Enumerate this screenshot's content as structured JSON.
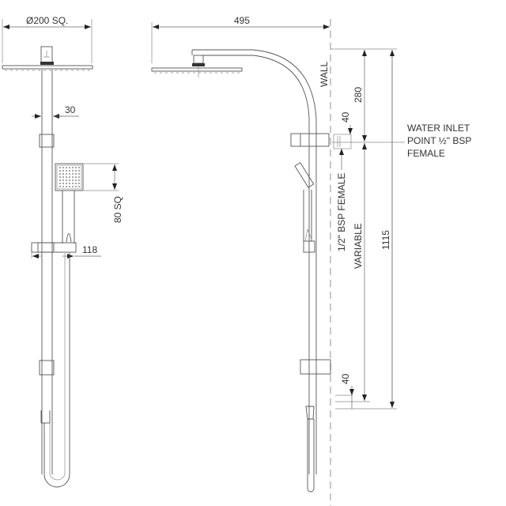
{
  "drawing": {
    "title": "Shower rail set technical dimension drawing",
    "views": [
      "front-view",
      "side-view"
    ],
    "colors": {
      "line": "#555555",
      "dimension": "#666666",
      "wall": "#b0b0b0",
      "text": "#333333"
    }
  },
  "front_view": {
    "head_width_label": "Ø200 SQ.",
    "rail_width_label": "30",
    "hand_shower_label": "80 SQ",
    "bracket_label": "118"
  },
  "side_view": {
    "projection_label": "495",
    "wall_label": "WALL",
    "drop_label": "280",
    "inlet_offset_top_label": "40",
    "inlet_offset_bottom_label": "40",
    "bsp_label": "1/2\" BSP FEMALE",
    "variable_label": "VARIABLE",
    "total_height_label": "1115",
    "water_inlet_note": {
      "line1": "WATER INLET",
      "line2": "POINT ½\" BSP",
      "line3": "FEMALE"
    }
  }
}
